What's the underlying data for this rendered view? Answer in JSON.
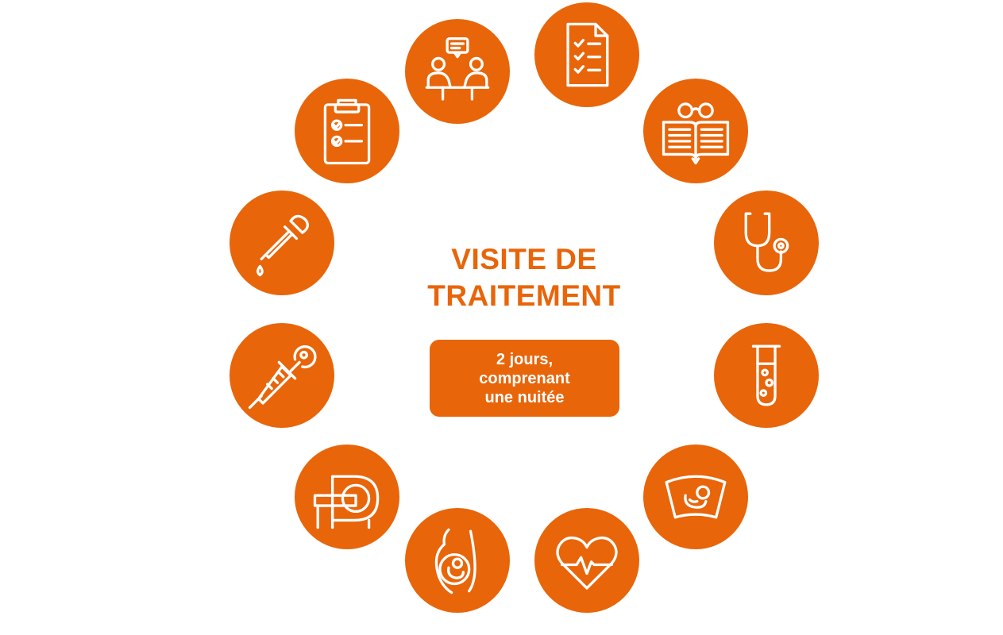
{
  "colors": {
    "accent": "#e8650a",
    "icon_stroke": "#ffffff"
  },
  "center": {
    "title_line1": "VISITE DE",
    "title_line2": "TRAITEMENT",
    "badge_line1": "2 jours,",
    "badge_line2": "comprenant",
    "badge_line3": "une nuitée"
  },
  "icons": [
    "consultation-icon",
    "checklist-document-icon",
    "open-book-glasses-icon",
    "stethoscope-icon",
    "test-tube-icon",
    "ultrasound-icon",
    "heart-rate-icon",
    "pregnancy-icon",
    "mri-scanner-icon",
    "syringe-icon",
    "dropper-icon",
    "clipboard-checklist-icon"
  ]
}
